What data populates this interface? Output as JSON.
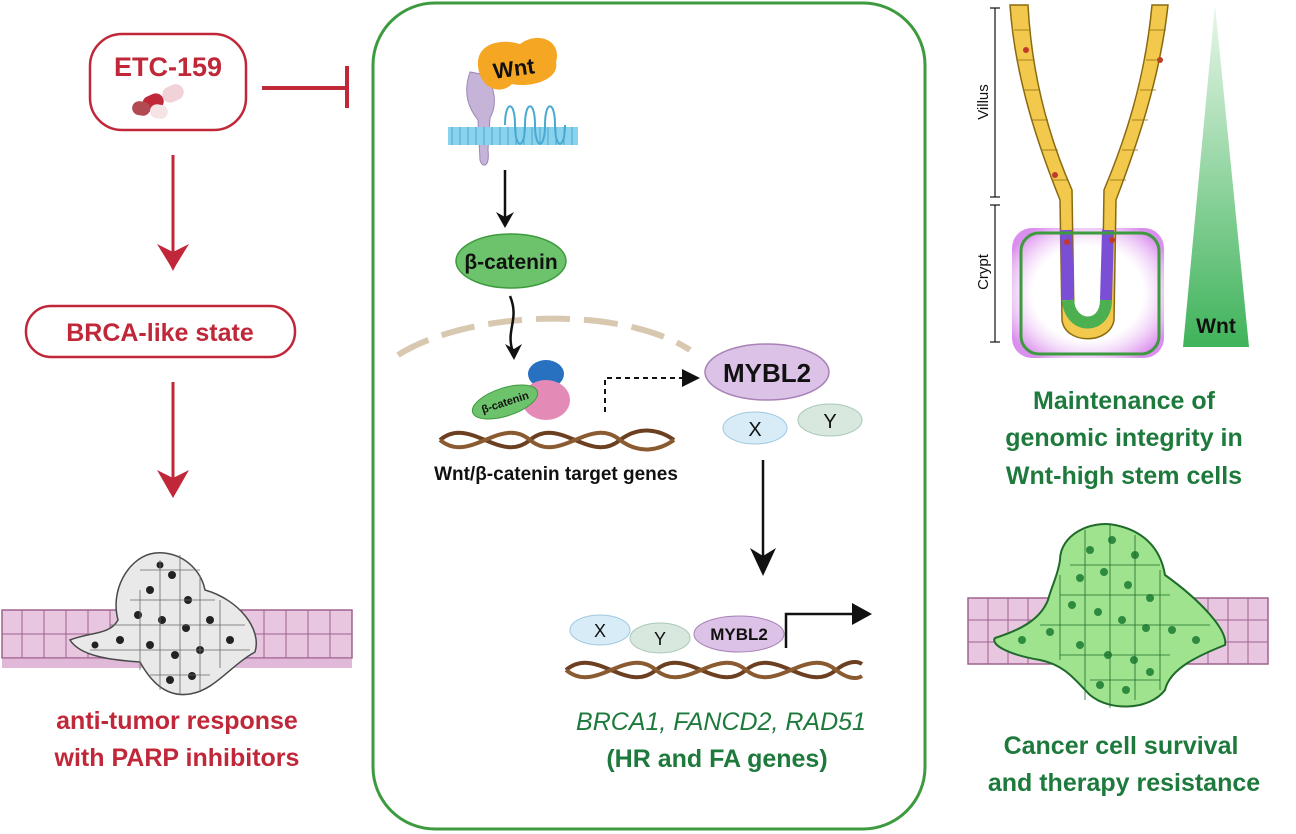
{
  "left_panel": {
    "drug_name": "ETC-159",
    "state_label": "BRCA-like state",
    "outcome_line1": "anti-tumor response",
    "outcome_line2": "with PARP inhibitors"
  },
  "center_panel": {
    "ligand_label": "Wnt",
    "beta_catenin_label": "β-catenin",
    "beta_catenin_bound_label": "β-catenin",
    "target_genes_label": "Wnt/β-catenin target genes",
    "mybl2_label": "MYBL2",
    "x_label": "X",
    "y_label": "Y",
    "complex_x_label": "X",
    "complex_y_label": "Y",
    "complex_mybl2_label": "MYBL2",
    "genes_italic": "BRCA1, FANCD2, RAD51",
    "genes_group": "(HR and FA genes)"
  },
  "right_panel": {
    "villus_label": "Villus",
    "crypt_label": "Crypt",
    "wnt_gradient_label": "Wnt",
    "stem_line1": "Maintenance of",
    "stem_line2": "genomic integrity in",
    "stem_line3": "Wnt-high stem cells",
    "cancer_line1": "Cancer cell survival",
    "cancer_line2": "and therapy resistance"
  },
  "colors": {
    "inhibitor_red": "#c0283a",
    "panel_green": "#3e9a3e",
    "text_green": "#1e7a3c",
    "wnt_orange": "#f5a623",
    "beta_catenin_green": "#6cc36c",
    "mybl2_purple": "#dcc2e6",
    "dna_brown": "#6b3f1f"
  },
  "icons": [
    "capsule-icon",
    "receptor-icon",
    "dna-icon",
    "transcription-arrow-icon",
    "crypt-villus-icon",
    "tumor-tissue-icon"
  ]
}
